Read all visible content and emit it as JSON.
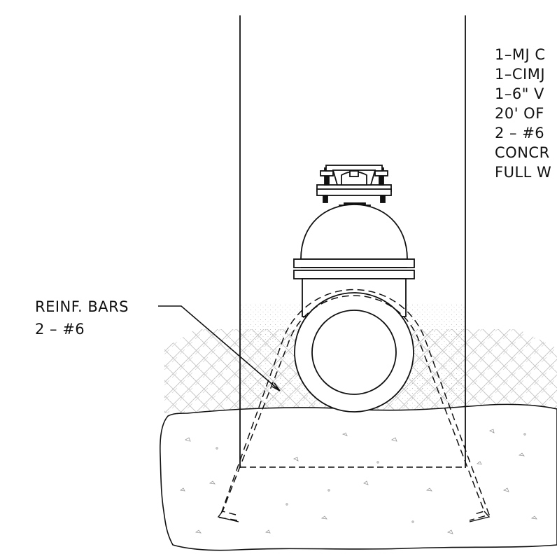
{
  "callout": {
    "line1": "REINF. BARS",
    "line2": "2  –  #6"
  },
  "notes": [
    "1–MJ C",
    "1–CIMJ",
    "1–6\" V",
    "20' OF",
    "2  –  #6",
    "CONCR",
    "FULL W"
  ],
  "colors": {
    "ink": "#111111",
    "stipple": "#bdbdbd",
    "hatch": "#c4c4c4"
  }
}
